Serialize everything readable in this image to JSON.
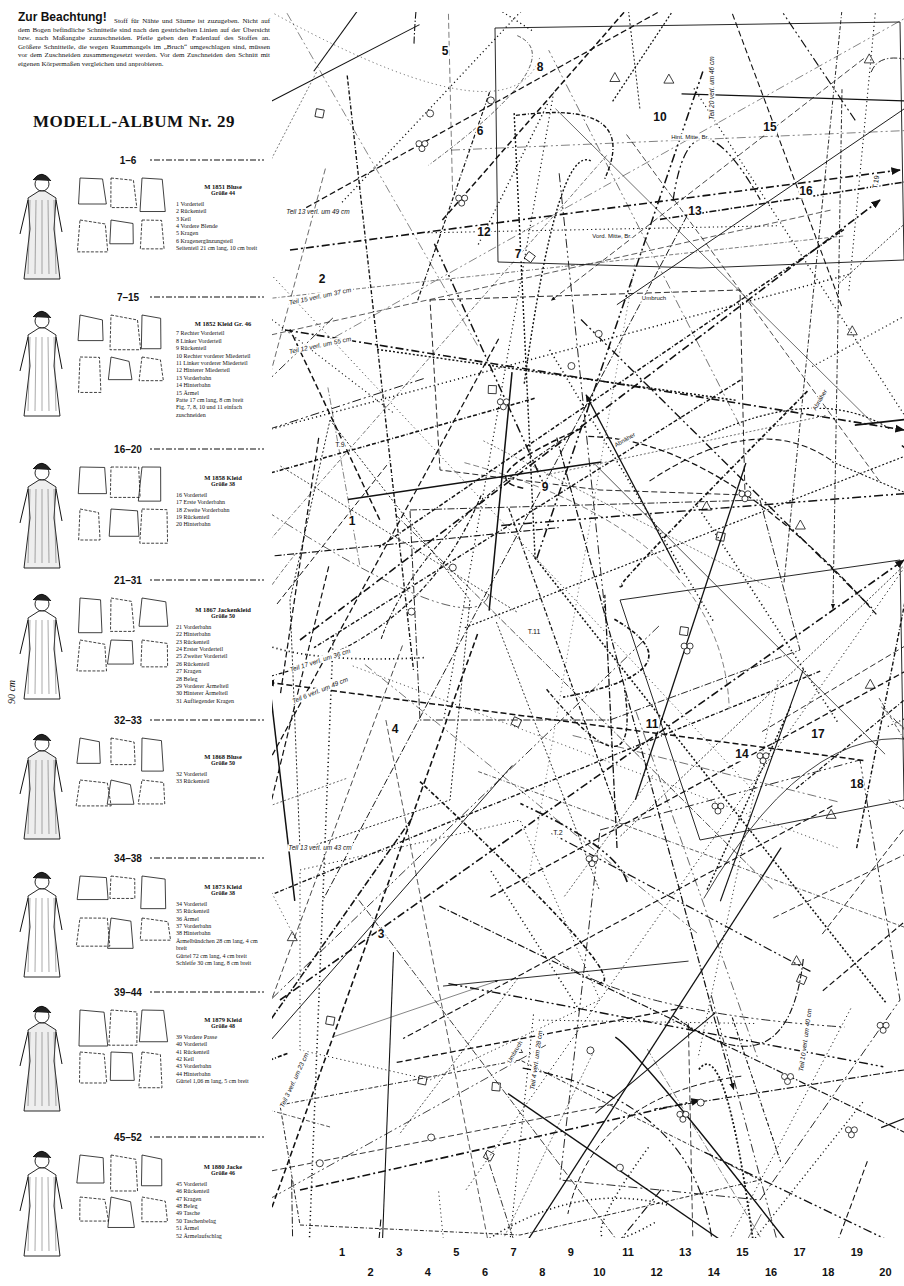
{
  "diagram": {
    "title": "MODELL-ALBUM Nr. 29",
    "labels": [
      "Zur Beachtung!",
      "Stoff für Nähte und Säume ist zuzugeben. Nicht auf dem Bogen befindliche Schnitteile sind nach den gestrichelten Linien auf der Übersicht bzw. nach Maßangabe zuzuschneiden. Pfeile geben den Fadenlauf des Stoffes an. Größere Schnitteile, die wegen Raummangels im „Bruch“ umgeschlagen sind, müssen vor dem Zuschneiden zusammengesetzt werden. Vor dem Zuschneiden den Schnitt mit eigenen Körpermaßen vergleichen und anprobieren.",
      "1–6",
      "M 1851 Bluse",
      "Größe 44",
      "1 Vorderteil",
      "2 Rückenteil",
      "3 Keil",
      "4 Vordere Blende",
      "5 Kragen",
      "6 Kragenergänzungsteil",
      "Seitenteil 21 cm lang, 10 cm breit",
      "7–15",
      "M 1852 Kleid Gr. 46",
      "7 Rechter Vorderteil",
      "8 Linker Vorderteil",
      "9 Rückenteil",
      "10 Rechter vorderer Miederteil",
      "11 Linker vorderer Miederteil",
      "12 Hinterer Miederteil",
      "13 Vorderbahn",
      "14 Hinterbahn",
      "15 Ärmel",
      "Patte 17 cm lang, 8 cm breit",
      "Fig. 7, 8, 10 und 11 einfach zuschneiden",
      "16–20",
      "M 1858 Kleid",
      "Größe 38",
      "16 Vorderteil",
      "17 Erste Vorderbahn",
      "18 Zweite Vorderbahn",
      "19 Rückenteil",
      "20 Hinterbahn",
      "21–31",
      "M 1867 Jackenkleid",
      "Größe 50",
      "21 Vorderbahn",
      "22 Hinterbahn",
      "23 Rückenteil",
      "24 Erster Vorderteil",
      "25 Zweiter Vorderteil",
      "26 Rückenteil",
      "27 Kragen",
      "28 Beleg",
      "29 Vorderer Ärmelteil",
      "30 Hinterer Ärmelteil",
      "31 Aufliegender Kragen",
      "32–33",
      "M 1868 Bluse",
      "Größe 50",
      "32 Vorderteil",
      "33 Rückenteil",
      "34–38",
      "M 1873 Kleid",
      "Größe 38",
      "34 Vorderteil",
      "35 Rückenteil",
      "36 Ärmel",
      "37 Vorderbahn",
      "38 Hinterbahn",
      "Ärmelbündchen 28 cm lang, 4 cm breit",
      "Gürtel 72 cm lang, 4 cm breit",
      "Schleife 30 cm lang, 8 cm breit",
      "39–44",
      "M 1879 Kleid",
      "Größe 48",
      "39 Vordere Passe",
      "40 Vorderteil",
      "41 Rückenteil",
      "42 Keil",
      "43 Vorderbahn",
      "44 Hinterbahn",
      "Gürtel 1,06 m lang, 5 cm breit",
      "45–52",
      "M 1880 Jacke",
      "Größe 46",
      "45 Vorderteil",
      "46 Rückenteil",
      "47 Kragen",
      "48 Beleg",
      "49 Tasche",
      "50 Taschenbelag",
      "51 Ärmel",
      "52 Ärmelaufschlag",
      "5",
      "8",
      "10",
      "6",
      "15",
      "16",
      "13",
      "12",
      "7",
      "2",
      "9",
      "1",
      "4",
      "11",
      "14",
      "17",
      "18",
      "3",
      "T.9",
      "T.11",
      "T.2",
      "T.19",
      "Teil 13 verl. um 49 cm",
      "Teil 20 verl. um 46 cm",
      "Teil 15 verl. um 37 cm",
      "Teil 12 verl. um 55 cm",
      "Teil 17 verl. um 36 cm",
      "Teil 6 verl. um 49 cm",
      "Teil 13 verl. um 43 cm",
      "Teil 3 verl. um 23 cm",
      "Teil 4 verl. um 28 cm",
      "Teil 10 verl. um 40 cm",
      "Umbruch",
      "Vord. Mitte, Br.",
      "Hint. Mitte, Br.",
      "Abnäher",
      "Abnäher",
      "Umbruch",
      "90 cm",
      "1",
      "2",
      "3",
      "4",
      "5",
      "6",
      "7",
      "8",
      "9",
      "10",
      "11",
      "12",
      "13",
      "14",
      "15",
      "16",
      "17",
      "18",
      "19",
      "20"
    ]
  }
}
